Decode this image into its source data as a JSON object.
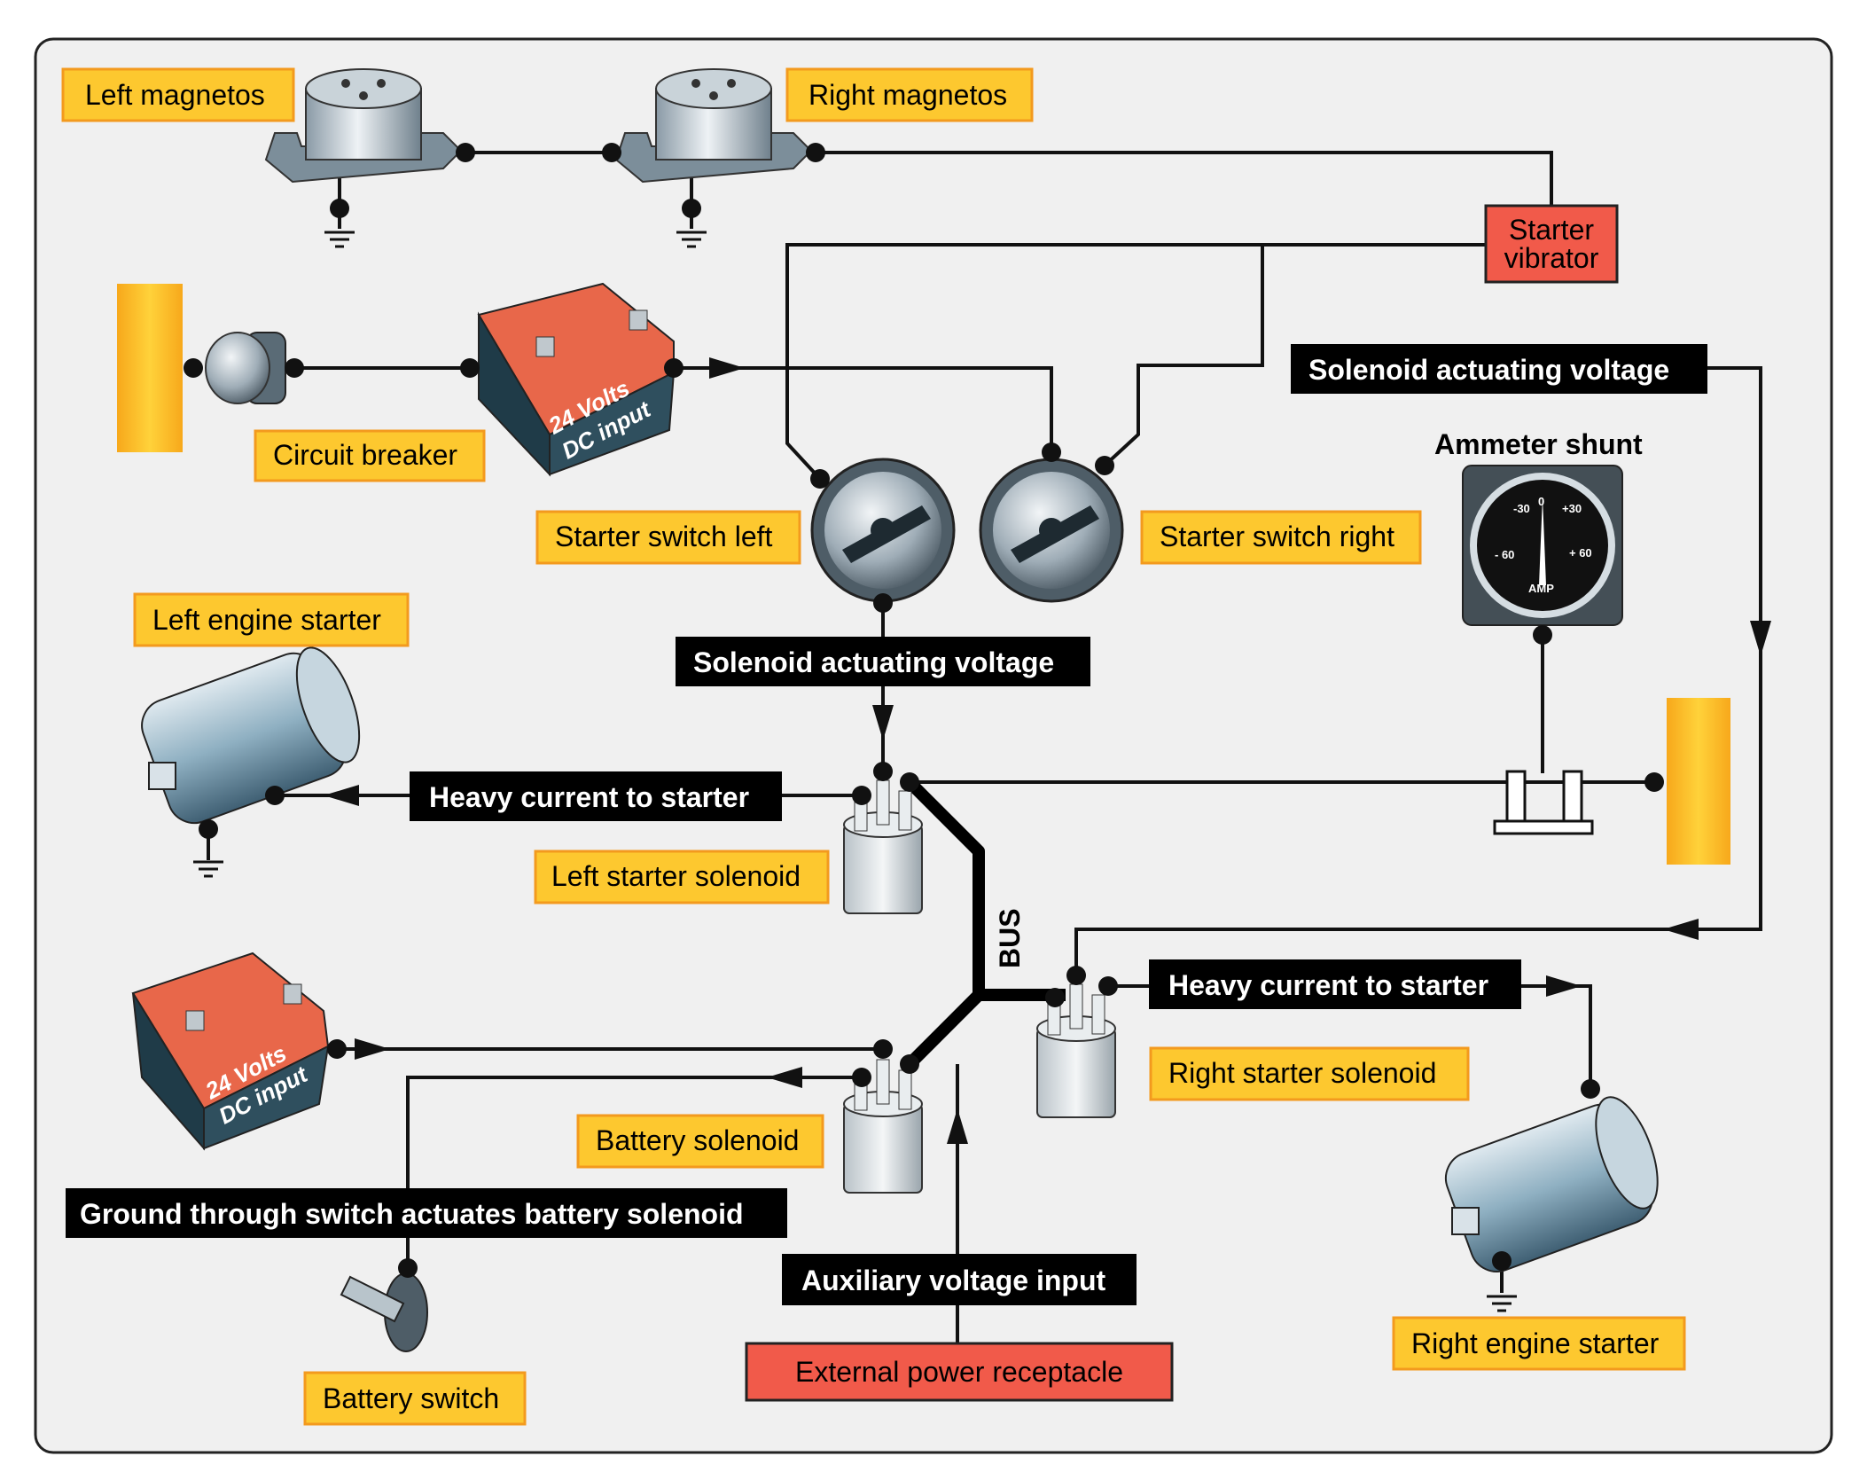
{
  "labels": {
    "left_magnetos": "Left magnetos",
    "right_magnetos": "Right magnetos",
    "starter_vibrator_1": "Starter",
    "starter_vibrator_2": "vibrator",
    "circuit_breaker": "Circuit breaker",
    "battery_1_line1": "24 Volts",
    "battery_1_line2": "DC input",
    "battery_2_line1": "24 Volts",
    "battery_2_line2": "DC input",
    "starter_switch_left": "Starter switch left",
    "starter_switch_right": "Starter switch right",
    "solenoid_voltage_top": "Solenoid actuating voltage",
    "solenoid_voltage_mid": "Solenoid actuating voltage",
    "ammeter_shunt": "Ammeter shunt",
    "left_engine_starter": "Left engine starter",
    "heavy_current_left": "Heavy current to starter",
    "left_starter_solenoid": "Left starter solenoid",
    "bus": "BUS",
    "heavy_current_right": "Heavy current to starter",
    "right_starter_solenoid": "Right starter solenoid",
    "battery_solenoid": "Battery solenoid",
    "ground_through_switch": "Ground through switch actuates battery solenoid",
    "auxiliary_voltage_input": "Auxiliary voltage input",
    "external_power_receptacle": "External power receptacle",
    "battery_switch": "Battery switch",
    "right_engine_starter": "Right engine starter"
  },
  "gauge": {
    "unit": "AMP",
    "ticks": [
      "-30",
      "0",
      "+30",
      "- 60",
      "+ 60"
    ]
  },
  "colors": {
    "yellow_label": "#FDC82F",
    "label_border": "#F39A1E",
    "red_label": "#F15A4A",
    "black_label": "#000000",
    "panel_bg": "#F0F0F0",
    "battery_top": "#E8674A",
    "battery_body": "#2F4F5E"
  }
}
